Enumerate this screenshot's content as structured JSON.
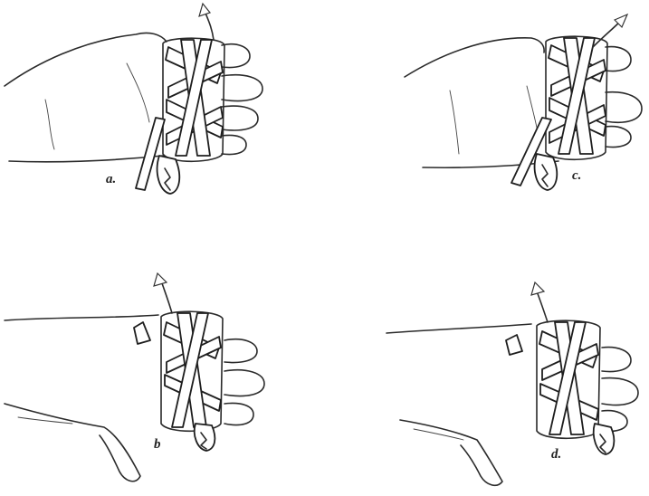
{
  "figure": {
    "panels": [
      {
        "id": "a",
        "label": "a."
      },
      {
        "id": "c",
        "label": "c."
      },
      {
        "id": "b",
        "label": "b"
      },
      {
        "id": "d",
        "label": "d."
      }
    ]
  },
  "colors": {
    "ink": "#2a2a2a",
    "paper": "#ffffff"
  }
}
